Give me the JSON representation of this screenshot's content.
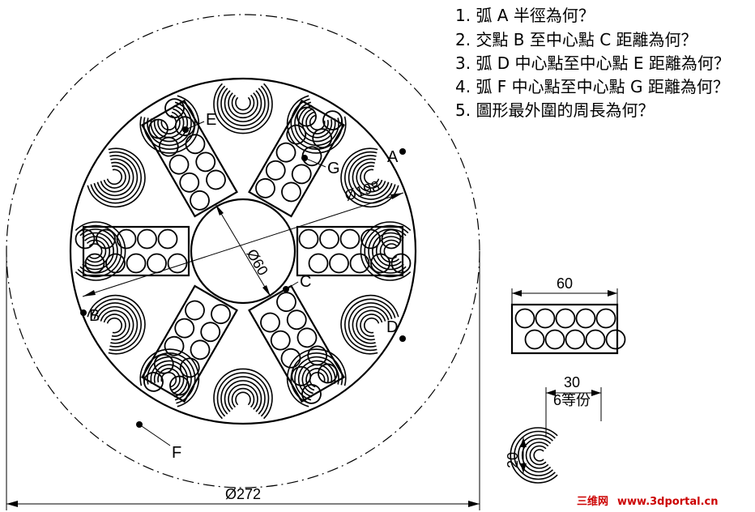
{
  "questions": [
    "1.  弧 A 半徑為何？",
    "2.  交點 B 至中心點 C 距離為何？",
    "3.  弧 D 中心點至中心點 E 距離為何？",
    "4.  弧 F 中心點至中心點 G 距離為何？",
    "5.  圖形最外圍的周長為何？"
  ],
  "labels": {
    "a": "A",
    "b": "B",
    "c": "C",
    "d": "D",
    "e": "E",
    "f": "F",
    "g": "G"
  },
  "dimensions": {
    "outer_dia": "Ø272",
    "inner_dia": "Ø198",
    "hub_dia": "Ø60",
    "slot_len": "60",
    "arc_width": "30",
    "arc_div": "6等份",
    "arc_height": "20"
  },
  "watermark": {
    "cn": "三维网",
    "url": "www.3dportal.cn"
  },
  "colors": {
    "line": "#000000",
    "watermark_cn": "#cc0000",
    "watermark_url": "#cc0000"
  }
}
